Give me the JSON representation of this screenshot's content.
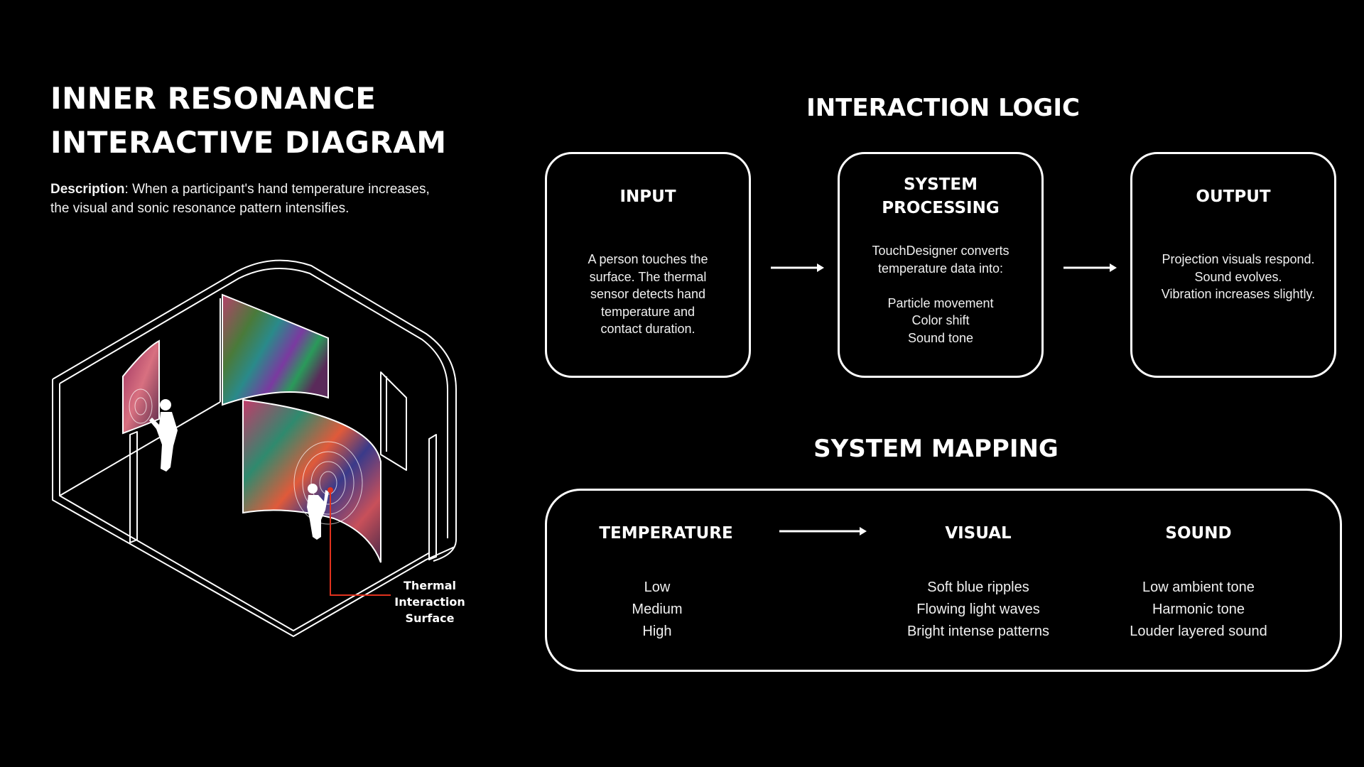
{
  "header": {
    "title_line1": "INNER RESONANCE",
    "title_line2": "INTERACTIVE DIAGRAM",
    "description_label": "Description",
    "description_text": ": When a participant's hand temperature increases, the visual and sonic resonance pattern intensifies."
  },
  "illustration": {
    "callout_lines": [
      "Thermal",
      "Interaction",
      "Surface"
    ],
    "callout_color": "#e0321e"
  },
  "interaction_logic": {
    "heading": "INTERACTION LOGIC",
    "input": {
      "title_lines": [
        "INPUT"
      ],
      "body_lines": [
        "A person touches the",
        "surface. The thermal",
        "sensor detects hand",
        "temperature and",
        "contact duration."
      ]
    },
    "processing": {
      "title_lines": [
        "SYSTEM",
        "PROCESSING"
      ],
      "body_lines": [
        "TouchDesigner converts",
        "temperature data into:",
        "",
        "Particle movement",
        "Color shift",
        "Sound tone"
      ]
    },
    "output": {
      "title_lines": [
        "OUTPUT"
      ],
      "body_lines": [
        "Projection visuals respond.",
        "Sound evolves.",
        "Vibration increases slightly."
      ]
    }
  },
  "system_mapping": {
    "heading": "SYSTEM MAPPING",
    "temperature": {
      "title": "TEMPERATURE",
      "items": [
        "Low",
        "Medium",
        "High"
      ]
    },
    "visual": {
      "title": "VISUAL",
      "items": [
        "Soft blue ripples",
        "Flowing light waves",
        "Bright intense patterns"
      ]
    },
    "sound": {
      "title": "SOUND",
      "items": [
        "Low ambient tone",
        "Harmonic tone",
        "Louder layered sound"
      ]
    }
  }
}
